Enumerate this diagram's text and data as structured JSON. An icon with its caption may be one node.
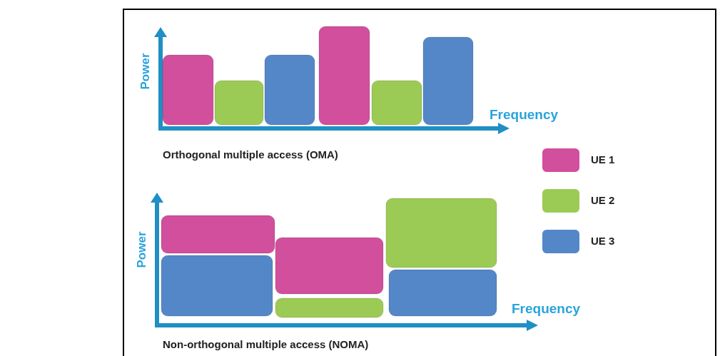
{
  "diagram": {
    "labels": [
      "Power",
      "Frequency",
      "Orthogonal multiple access (OMA)",
      "Power",
      "Frequency",
      "Non-orthogonal multiple access (NOMA)"
    ],
    "legend": [
      {
        "text": "UE 1",
        "color": "#d14f9d"
      },
      {
        "text": "UE 2",
        "color": "#9ccb55"
      },
      {
        "text": "UE 3",
        "color": "#5487c8"
      }
    ]
  }
}
